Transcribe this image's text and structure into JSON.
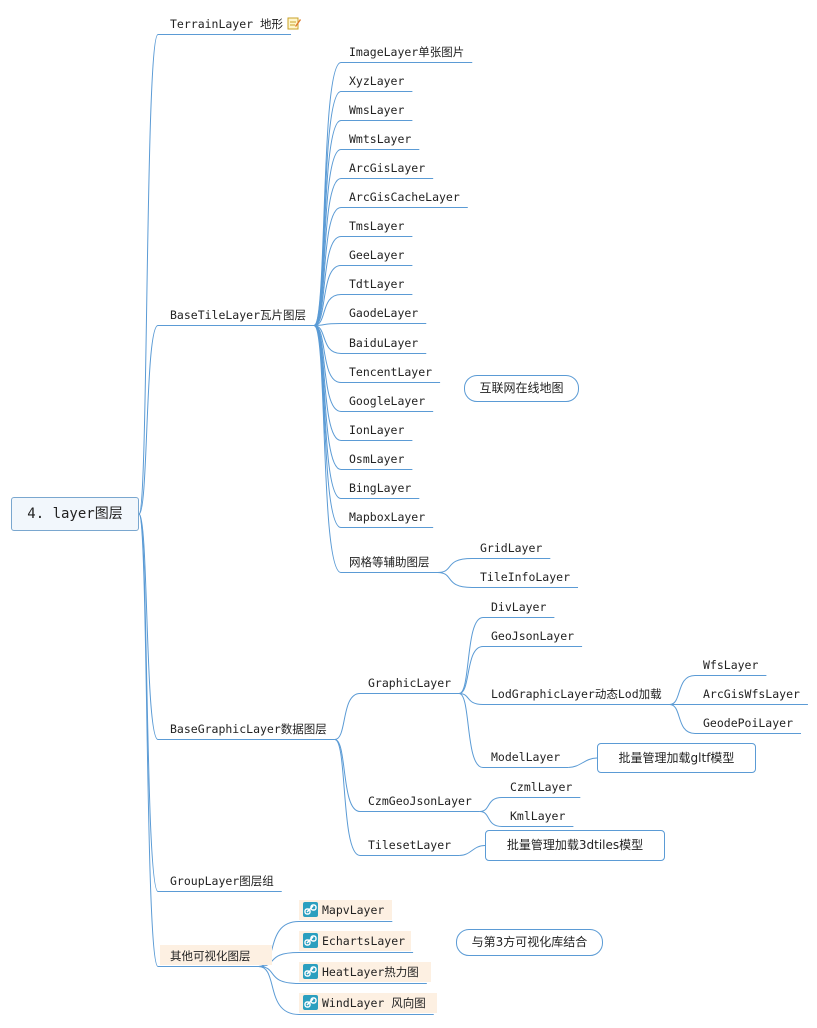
{
  "root": "4. layer图层",
  "terrain": {
    "label": "TerrainLayer 地形"
  },
  "basetile": {
    "label": "BaseTileLayer瓦片图层",
    "children": [
      "ImageLayer单张图片",
      "XyzLayer",
      "WmsLayer",
      "WmtsLayer",
      "ArcGisLayer",
      "ArcGisCacheLayer",
      "TmsLayer",
      "GeeLayer",
      "TdtLayer",
      "GaodeLayer",
      "BaiduLayer",
      "TencentLayer",
      "GoogleLayer",
      "IonLayer",
      "OsmLayer",
      "BingLayer",
      "MapboxLayer"
    ],
    "grid_group": {
      "label": "网格等辅助图层",
      "children": [
        "GridLayer",
        "TileInfoLayer"
      ]
    },
    "callout": "互联网在线地图"
  },
  "basegraphic": {
    "label": "BaseGraphicLayer数据图层",
    "graphic": {
      "label": "GraphicLayer",
      "div": "DivLayer",
      "geojson": "GeoJsonLayer",
      "lod": {
        "label": "LodGraphicLayer动态Lod加载",
        "children": [
          "WfsLayer",
          "ArcGisWfsLayer",
          "GeodePoiLayer"
        ]
      },
      "model": {
        "label": "ModelLayer",
        "callout": "批量管理加载gltf模型"
      }
    },
    "czm": {
      "label": "CzmGeoJsonLayer",
      "children": [
        "CzmlLayer",
        "KmlLayer"
      ]
    },
    "tileset": {
      "label": "TilesetLayer",
      "callout": "批量管理加载3dtiles模型"
    }
  },
  "group": {
    "label": "GroupLayer图层组"
  },
  "other": {
    "label": "其他可视化图层",
    "children": [
      "MapvLayer",
      "EchartsLayer",
      "HeatLayer热力图",
      "WindLayer 风向图"
    ],
    "callout": "与第3方可视化库结合"
  },
  "colors": {
    "edge": "#5b9bd5",
    "root_bg": "#f2f7fc",
    "highlight": "#fdf0e2",
    "link_icon": "#2b9fbf"
  }
}
